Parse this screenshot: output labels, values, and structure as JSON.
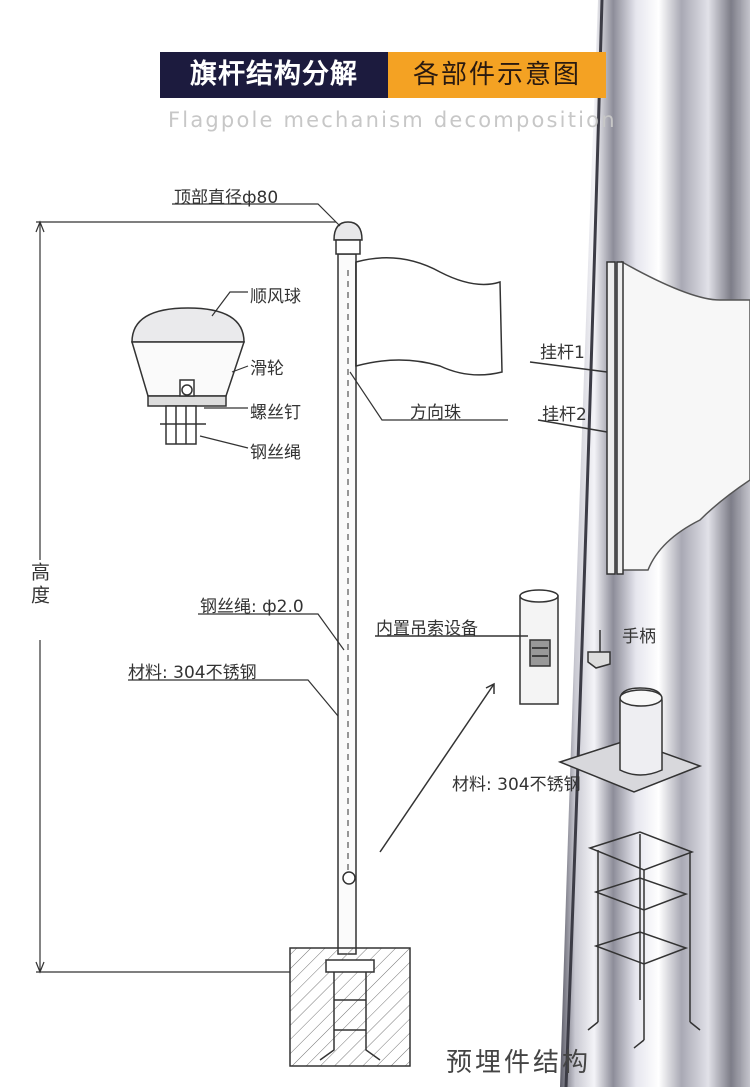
{
  "header": {
    "title_left": "旗杆结构分解",
    "title_right": "各部件示意图",
    "subtitle": "Flagpole mechanism decomposition"
  },
  "labels": {
    "top_diameter": "顶部直径ф80",
    "wind_ball": "顺风球",
    "pulley": "滑轮",
    "screw": "螺丝钉",
    "wire_rope": "钢丝绳",
    "direction_bead": "方向珠",
    "hook1": "挂杆1",
    "hook2": "挂杆2",
    "height": "高度",
    "wire_rope_dia": "钢丝绳: ф2.0",
    "material_1": "材料: 304不锈钢",
    "internal_hoist": "内置吊索设备",
    "handle": "手柄",
    "material_2": "材料: 304不锈钢",
    "embedded_structure": "预埋件结构"
  },
  "colors": {
    "banner_dark": "#1c1b3e",
    "banner_orange": "#f4a223",
    "line": "#333333"
  }
}
